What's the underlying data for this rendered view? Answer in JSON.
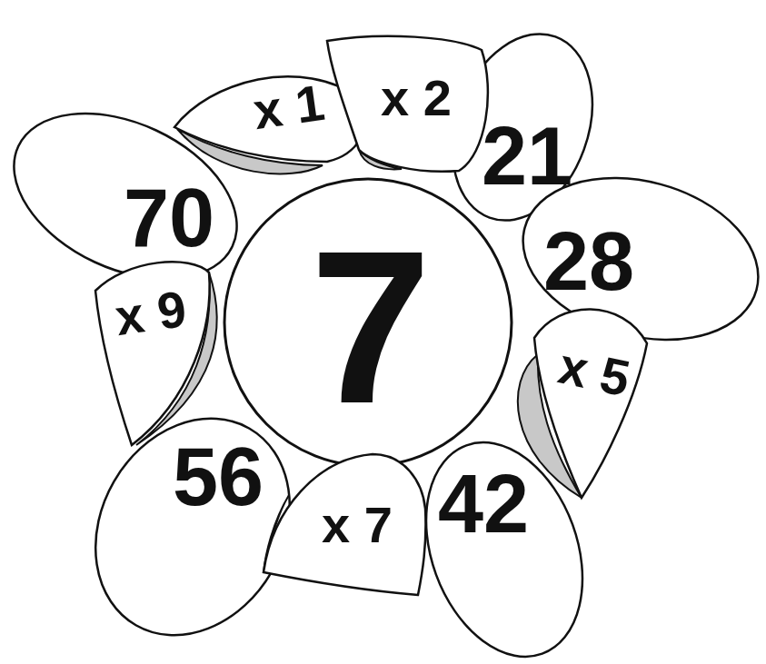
{
  "diagram": {
    "nodes": [
      {
        "text": [
          "7"
        ]
      },
      {
        "text": [
          "x 1"
        ]
      },
      {
        "text": [
          "x 2"
        ]
      },
      {
        "text": [
          "21"
        ]
      },
      {
        "text": [
          "28"
        ]
      },
      {
        "text": [
          "x 5"
        ]
      },
      {
        "text": [
          "42"
        ]
      },
      {
        "text": [
          "x 7"
        ]
      },
      {
        "text": [
          "56"
        ]
      },
      {
        "text": [
          "x 9"
        ]
      },
      {
        "text": [
          "70"
        ]
      }
    ]
  }
}
